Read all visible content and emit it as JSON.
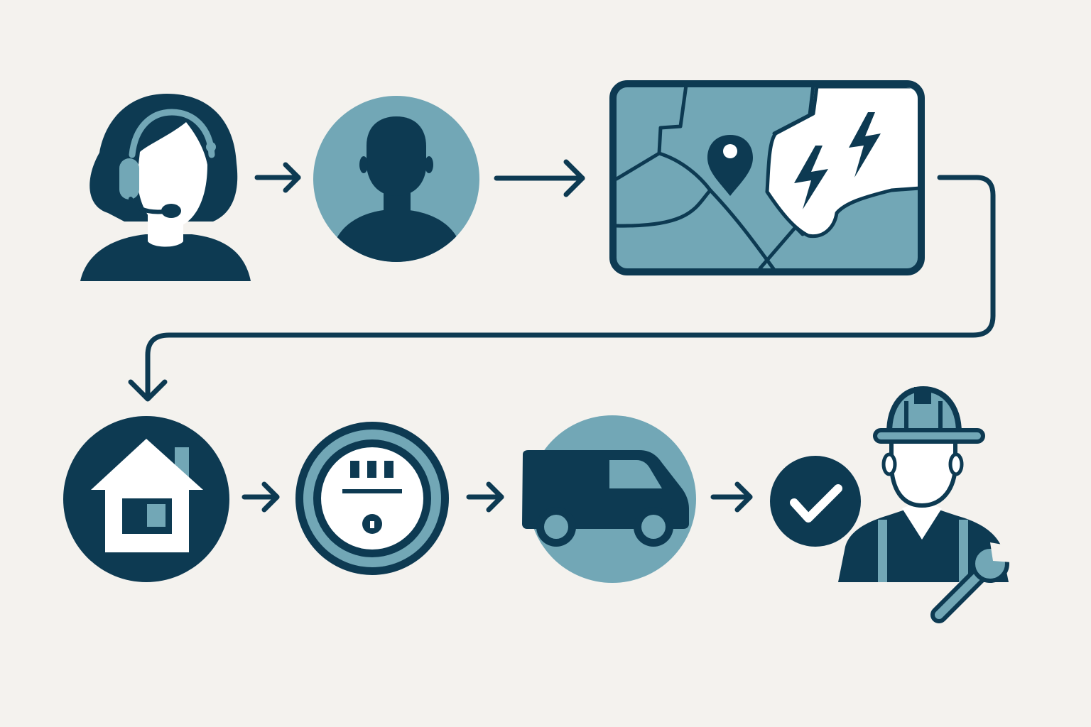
{
  "colors": {
    "background": "#f4f2ee",
    "navy": "#0d3a52",
    "teal": "#72a7b6",
    "white": "#ffffff"
  },
  "steps": [
    {
      "id": "call-center-agent",
      "icon": "headset-agent-icon"
    },
    {
      "id": "customer",
      "icon": "person-silhouette-icon"
    },
    {
      "id": "outage-map",
      "icon": "outage-map-icon"
    },
    {
      "id": "home",
      "icon": "house-icon"
    },
    {
      "id": "smart-meter",
      "icon": "electric-meter-icon"
    },
    {
      "id": "service-van",
      "icon": "van-icon"
    },
    {
      "id": "resolved",
      "icon": "checkmark-icon"
    },
    {
      "id": "field-technician",
      "icon": "technician-icon"
    }
  ]
}
